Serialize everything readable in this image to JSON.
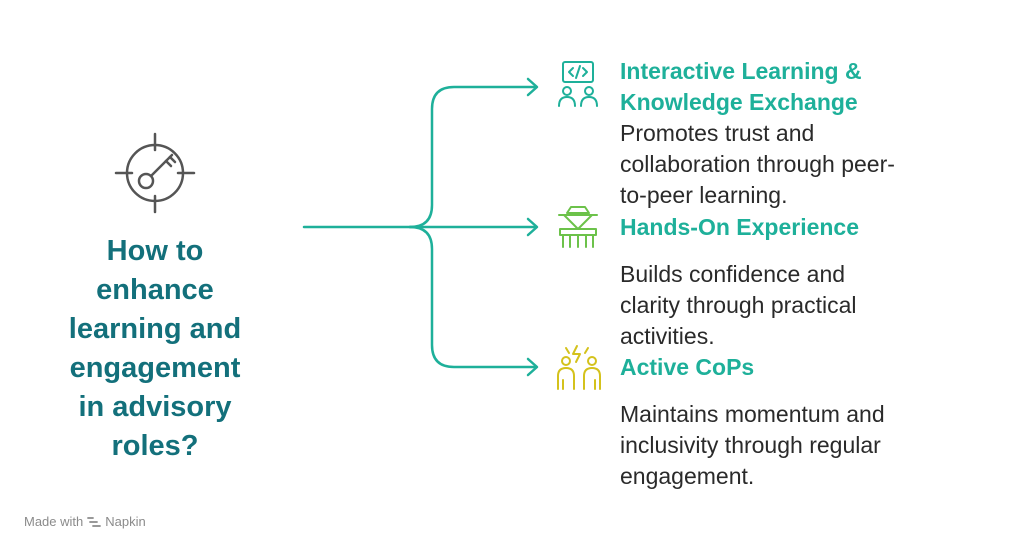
{
  "question": {
    "lines": [
      "How to",
      "enhance",
      "learning and",
      "engagement",
      "in advisory",
      "roles?"
    ]
  },
  "branches": [
    {
      "title_lines": [
        "Interactive Learning &",
        "Knowledge Exchange"
      ],
      "desc_lines": [
        "Promotes trust and",
        "collaboration through peer-",
        "to-peer learning."
      ],
      "icon": "code-collaboration-icon",
      "color": "#1eb09a"
    },
    {
      "title_lines": [
        "Hands-On Experience"
      ],
      "desc_lines": [
        "Builds confidence and",
        "clarity through practical",
        "activities."
      ],
      "icon": "farm-machine-icon",
      "color": "#6cc24a"
    },
    {
      "title_lines": [
        "Active CoPs"
      ],
      "desc_lines": [
        "Maintains momentum and",
        "inclusivity through regular",
        "engagement."
      ],
      "icon": "energized-people-icon",
      "color": "#d4c21c"
    }
  ],
  "footer": {
    "made_with": "Made with",
    "brand": "Napkin"
  },
  "colors": {
    "question": "#13707b",
    "title": "#1eb09a",
    "connector": "#1eb09a",
    "target_icon": "#555555",
    "text": "#2a2a2a"
  }
}
